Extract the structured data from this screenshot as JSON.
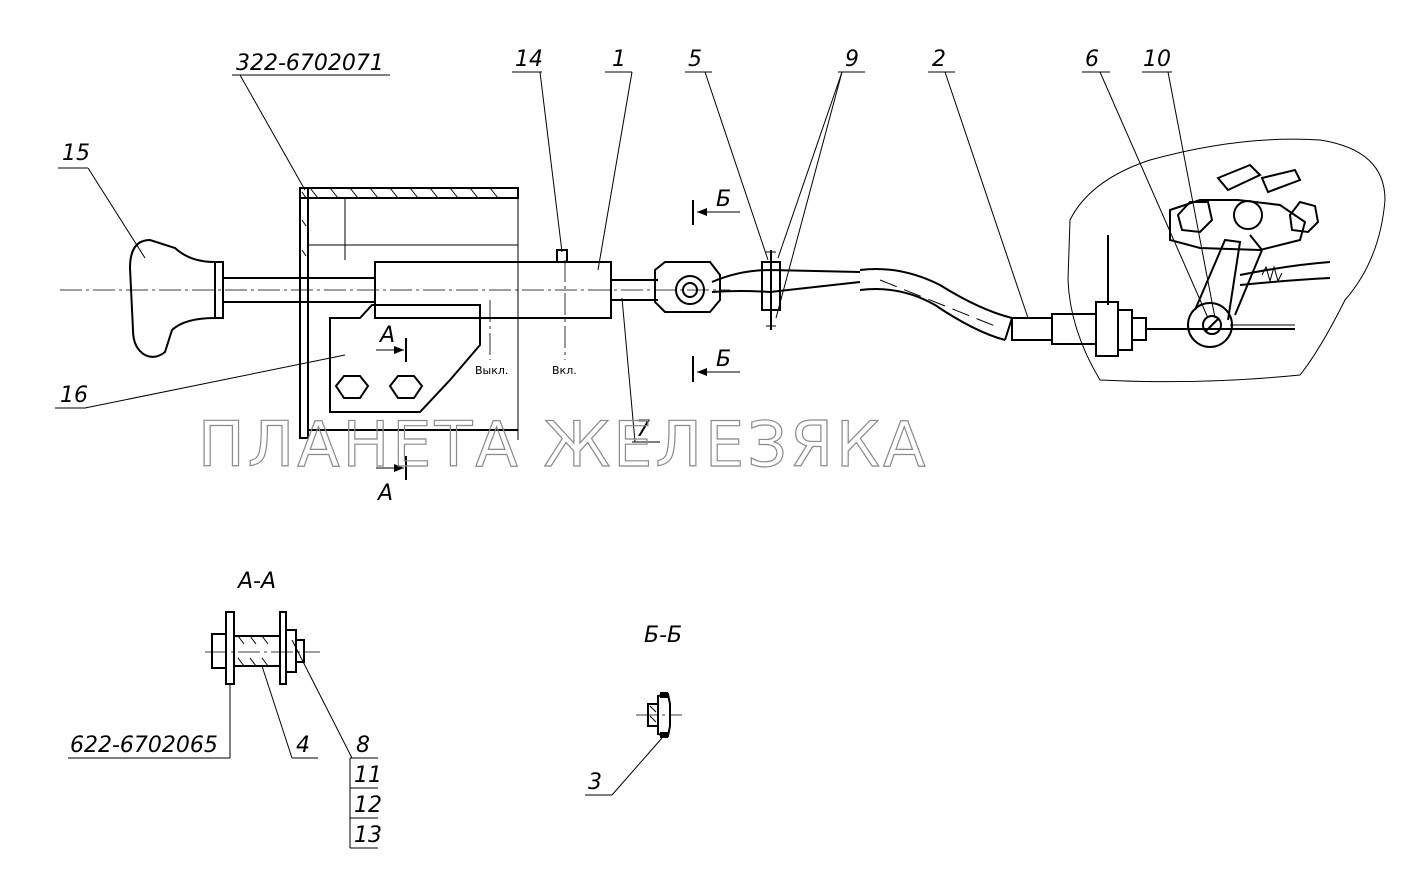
{
  "labels": {
    "p14": "14",
    "p1": "1",
    "p5": "5",
    "p9": "9",
    "p2": "2",
    "p6": "6",
    "p10": "10",
    "p15": "15",
    "p16": "16",
    "p7": "7",
    "p4": "4",
    "p3": "3",
    "p8": "8",
    "p11": "11",
    "p12": "12",
    "p13": "13",
    "code_top": "322-6702071",
    "code_bottom": "622-6702065",
    "section_a": "А",
    "section_b": "Б",
    "view_aa": "А-А",
    "view_bb": "Б-Б",
    "off_mark": "Выкл.",
    "on_mark": "Вкл."
  },
  "watermark": "ПЛАНЕТА ЖЕЛЕЗЯКА"
}
